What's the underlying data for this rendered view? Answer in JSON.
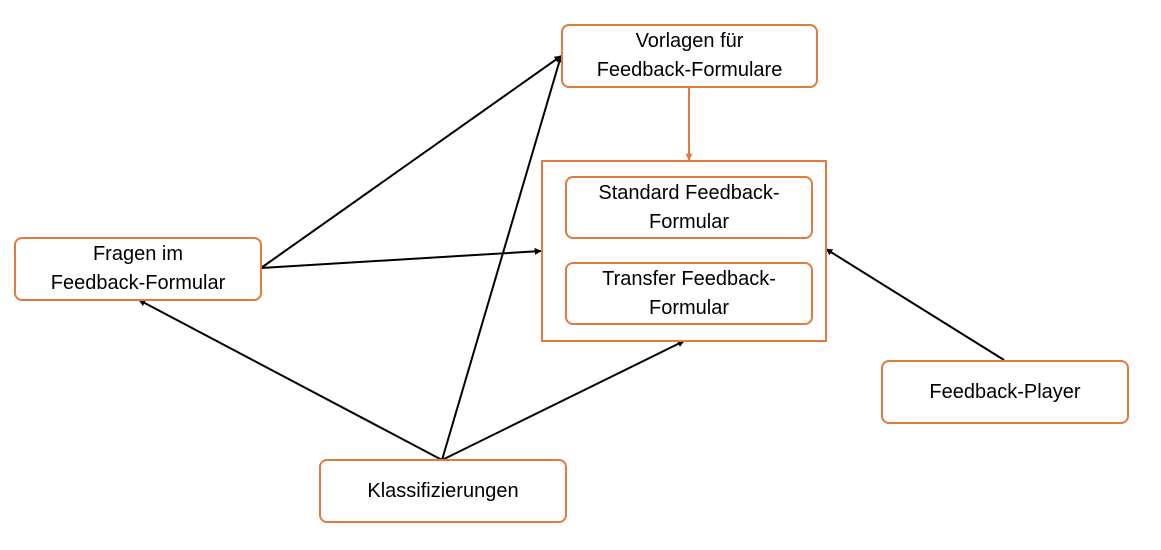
{
  "colors": {
    "node_border": "#e07a3f",
    "edge": "#000000",
    "template_edge": "#e07a3f"
  },
  "nodes": {
    "vorlagen": "Vorlagen für\nFeedback-Formulare",
    "standard": "Standard Feedback-\nFormular",
    "transfer": "Transfer Feedback-\nFormular",
    "fragen": "Fragen im\nFeedback-Formular",
    "player": "Feedback-Player",
    "klassifizierungen": "Klassifizierungen"
  }
}
